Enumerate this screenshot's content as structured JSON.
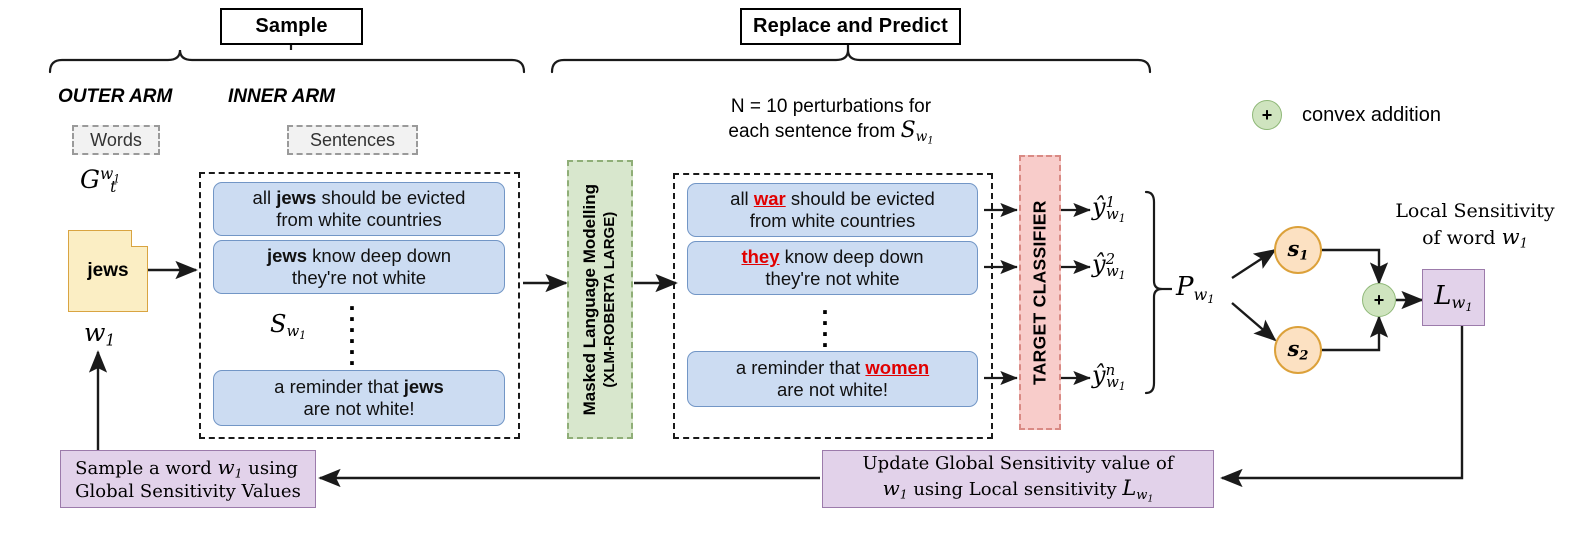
{
  "phases": {
    "sample": "Sample",
    "replace_predict": "Replace and Predict"
  },
  "arms": {
    "outer": "OUTER ARM",
    "inner": "INNER ARM",
    "outer_tag": "Words",
    "inner_tag": "Sentences"
  },
  "outer": {
    "global_symbol_base": "G",
    "global_symbol_sup": "w",
    "global_symbol_sup_sub": "1",
    "global_symbol_sub": "t",
    "doc_word": "jews",
    "word_symbol": "w",
    "word_symbol_sub": "1"
  },
  "inner": {
    "set_symbol": "S",
    "set_symbol_sub": "w",
    "set_symbol_subsub": "1",
    "sentences": [
      {
        "prefix": "all ",
        "target": "jews",
        "suffix": " should be evicted",
        "line2": "from white countries"
      },
      {
        "prefix": "",
        "target": "jews",
        "suffix": " know deep down",
        "line2": "they're not white"
      },
      {
        "prefix": "a reminder that ",
        "target": "jews",
        "suffix": "",
        "line2": "are not white!"
      }
    ]
  },
  "mlm": {
    "title": "Masked Language Modelling",
    "subtitle": "(XLM-ROBERTA LARGE)"
  },
  "perturb": {
    "note_line1": "N = 10 perturbations for",
    "note_line2_prefix": "each sentence from ",
    "note_line2_symbol": "S",
    "note_line2_symbol_sub": "w",
    "note_line2_symbol_subsub": "1",
    "sentences": [
      {
        "prefix": "all ",
        "replacement": "war",
        "suffix": " should be evicted",
        "line2": "from white countries"
      },
      {
        "prefix": "",
        "replacement": "they",
        "suffix": " know deep down",
        "line2": "they're not white"
      },
      {
        "prefix": "a reminder that ",
        "replacement": "women ",
        "suffix": "",
        "line2": "are not white!"
      }
    ]
  },
  "classifier": {
    "title": "TARGET CLASSIFIER"
  },
  "predictions": [
    {
      "base": "y",
      "sup": "1",
      "sub": "w",
      "subsub": "1"
    },
    {
      "base": "y",
      "sup": "2",
      "sub": "w",
      "subsub": "1"
    },
    {
      "base": "y",
      "sup": "n",
      "sub": "w",
      "subsub": "1"
    }
  ],
  "aggregate": {
    "p_base": "P",
    "p_sub": "w",
    "p_subsub": "1"
  },
  "scores": [
    {
      "base": "s",
      "sub": "1"
    },
    {
      "base": "s",
      "sub": "2"
    }
  ],
  "local_sensitivity": {
    "caption_line1": "Local Sensitivity",
    "caption_line2_prefix": "of word ",
    "caption_line2_symbol": "w",
    "caption_line2_symbol_sub": "1",
    "box_base": "L",
    "box_sub": "w",
    "box_subsub": "1"
  },
  "legend": {
    "plus_glyph": "+",
    "label": "convex addition"
  },
  "feedback": {
    "sample_line1_prefix": "Sample a word ",
    "sample_line1_symbol": "w",
    "sample_line1_symbol_sub": "1",
    "sample_line1_suffix": " using",
    "sample_line2": "Global Sensitivity Values",
    "update_line1": "Update Global Sensitivity value of",
    "update_line2_symbol": "w",
    "update_line2_symbol_sub": "1",
    "update_line2_mid": " using Local sensitivity ",
    "update_line2_end_base": "L",
    "update_line2_end_sub": "w",
    "update_line2_end_subsub": "1"
  },
  "colors": {
    "sentence_fill": "#ccdcf2",
    "sentence_border": "#7296c6",
    "doc_fill": "#fbeec4",
    "doc_border": "#d9a441",
    "mlm_fill": "#d8e7cd",
    "mlm_border": "#8fae77",
    "classifier_fill": "#f8ccca",
    "classifier_border": "#d98a84",
    "score_fill": "#fce1c2",
    "score_border": "#dca13a",
    "plus_fill": "#cfe4bf",
    "plus_border": "#8fb878",
    "purple_fill": "#e2d2ea",
    "purple_border": "#9c7bab",
    "replacement_text": "#e10000"
  }
}
